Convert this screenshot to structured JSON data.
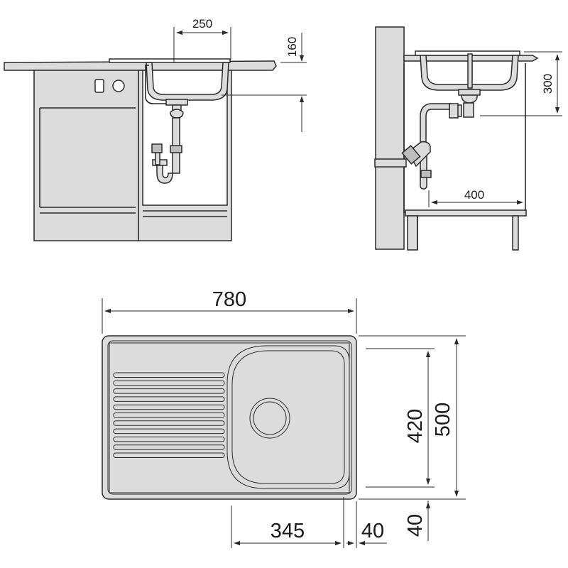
{
  "side_view": {
    "dimension_bowl_width": "250",
    "dimension_bowl_depth": "160"
  },
  "profile_view": {
    "dimension_drain_height": "300",
    "dimension_pipe_clearance": "400"
  },
  "top_view": {
    "dimension_total_width": "780",
    "dimension_total_depth": "500",
    "dimension_bowl_depth": "420",
    "dimension_bowl_width": "345",
    "dimension_rim_right": "40",
    "dimension_rim_front": "40"
  },
  "colors": {
    "line": "#2a2a2a",
    "fill": "#dcdcdc",
    "background": "#ffffff"
  }
}
